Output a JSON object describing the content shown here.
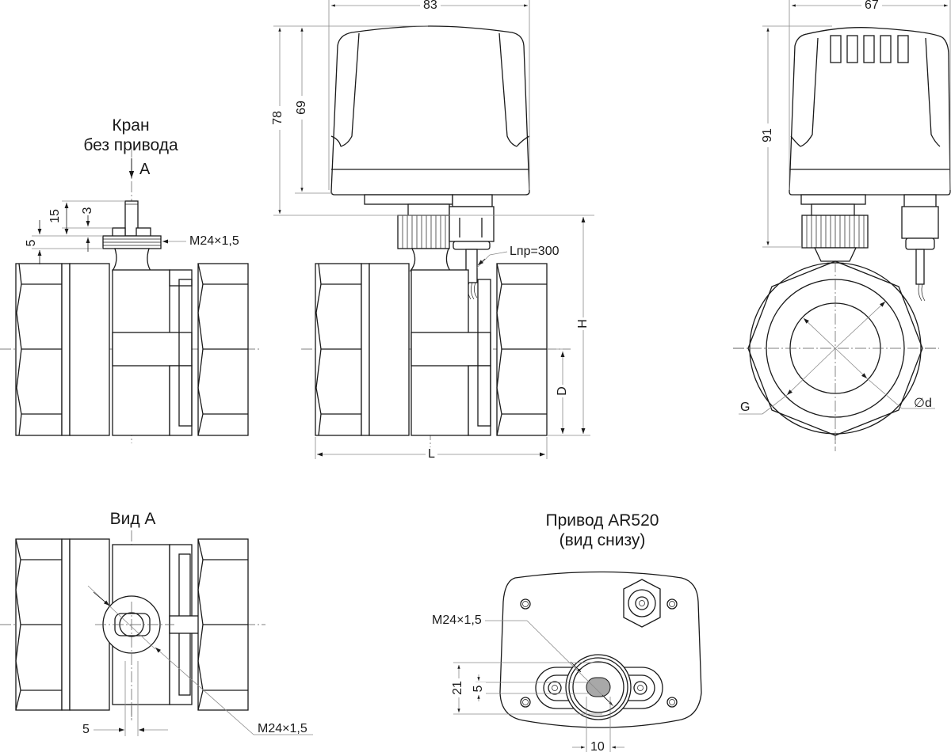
{
  "titles": {
    "valve_no_actuator": [
      "Кран",
      "без привода"
    ],
    "view_a": "Вид А",
    "actuator_bottom": [
      "Привод AR520",
      "(вид снизу)"
    ]
  },
  "view_marker": "А",
  "dimensions": {
    "valve_stem_total": "15",
    "valve_stem_top": "3",
    "valve_thread_height": "5",
    "thread_spec": "M24×1,5",
    "actuator_width_front": "83",
    "actuator_height_total": "78",
    "actuator_height_body": "69",
    "cable_length": "Lпр=300",
    "height_symbol": "H",
    "diameter_symbol": "D",
    "length_symbol": "L",
    "actuator_width_side": "67",
    "actuator_height_side": "91",
    "thread_symbol": "G",
    "bore_symbol": "∅d",
    "view_a_stem_width": "5",
    "actuator_slot_outer": "21",
    "actuator_slot_inner": "5",
    "actuator_slot_width": "10"
  }
}
